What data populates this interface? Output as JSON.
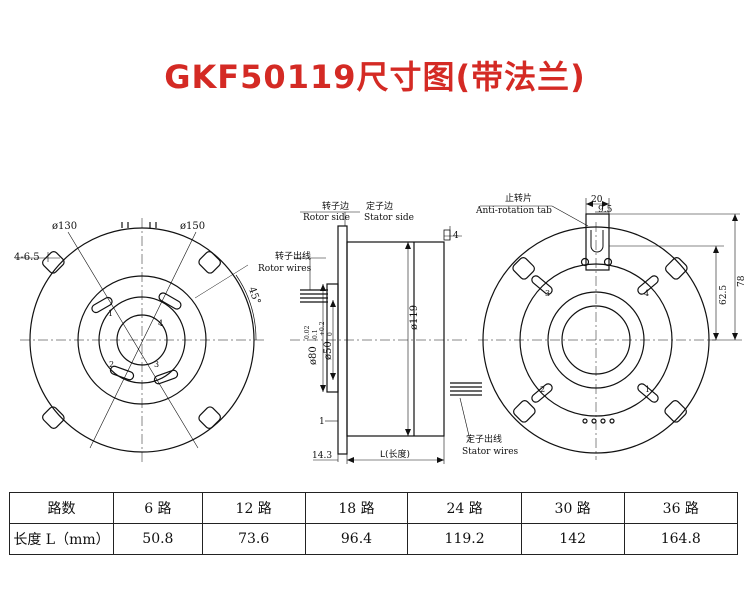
{
  "title": "GKF50119尺寸图(带法兰)",
  "front_view": {
    "dim_d130": "ø130",
    "dim_d150": "ø150",
    "dim_holes": "4-6.5",
    "dim_angle": "45°",
    "hole_labels": [
      "1",
      "2",
      "3",
      "4"
    ]
  },
  "side_view": {
    "rotor_side_cn": "转子边",
    "stator_side_cn": "定子边",
    "rotor_side_en": "Rotor side",
    "stator_side_en": "Stator side",
    "rotor_wires_cn": "转子出线",
    "rotor_wires_en": "Rotor wires",
    "stator_wires_cn": "定子出线",
    "stator_wires_en": "Stator wires",
    "dim_4": "4",
    "dim_d119": "ø119",
    "dim_d80": "ø80",
    "dim_d80_tol_upper": "-0.02",
    "dim_d80_tol_lower": "-0.1",
    "dim_d50": "ø50",
    "dim_d50_tol_upper": "+0.2",
    "dim_d50_tol_lower": "0",
    "dim_1": "1",
    "dim_14_3": "14.3",
    "dim_L": "L(长度)"
  },
  "back_view": {
    "anti_rotation_cn": "止转片",
    "anti_rotation_en": "Anti-rotation tab",
    "dim_20": "20",
    "dim_9_5": "9.5",
    "dim_62_5": "62.5",
    "dim_78": "78",
    "hole_labels": [
      "1",
      "2",
      "3",
      "4"
    ]
  },
  "spec_table": {
    "row_headers": [
      "路数",
      "长度 L（mm）"
    ],
    "circuits": [
      "6 路",
      "12 路",
      "18 路",
      "24 路",
      "30 路",
      "36 路"
    ],
    "lengths": [
      "50.8",
      "73.6",
      "96.4",
      "119.2",
      "142",
      "164.8"
    ]
  }
}
